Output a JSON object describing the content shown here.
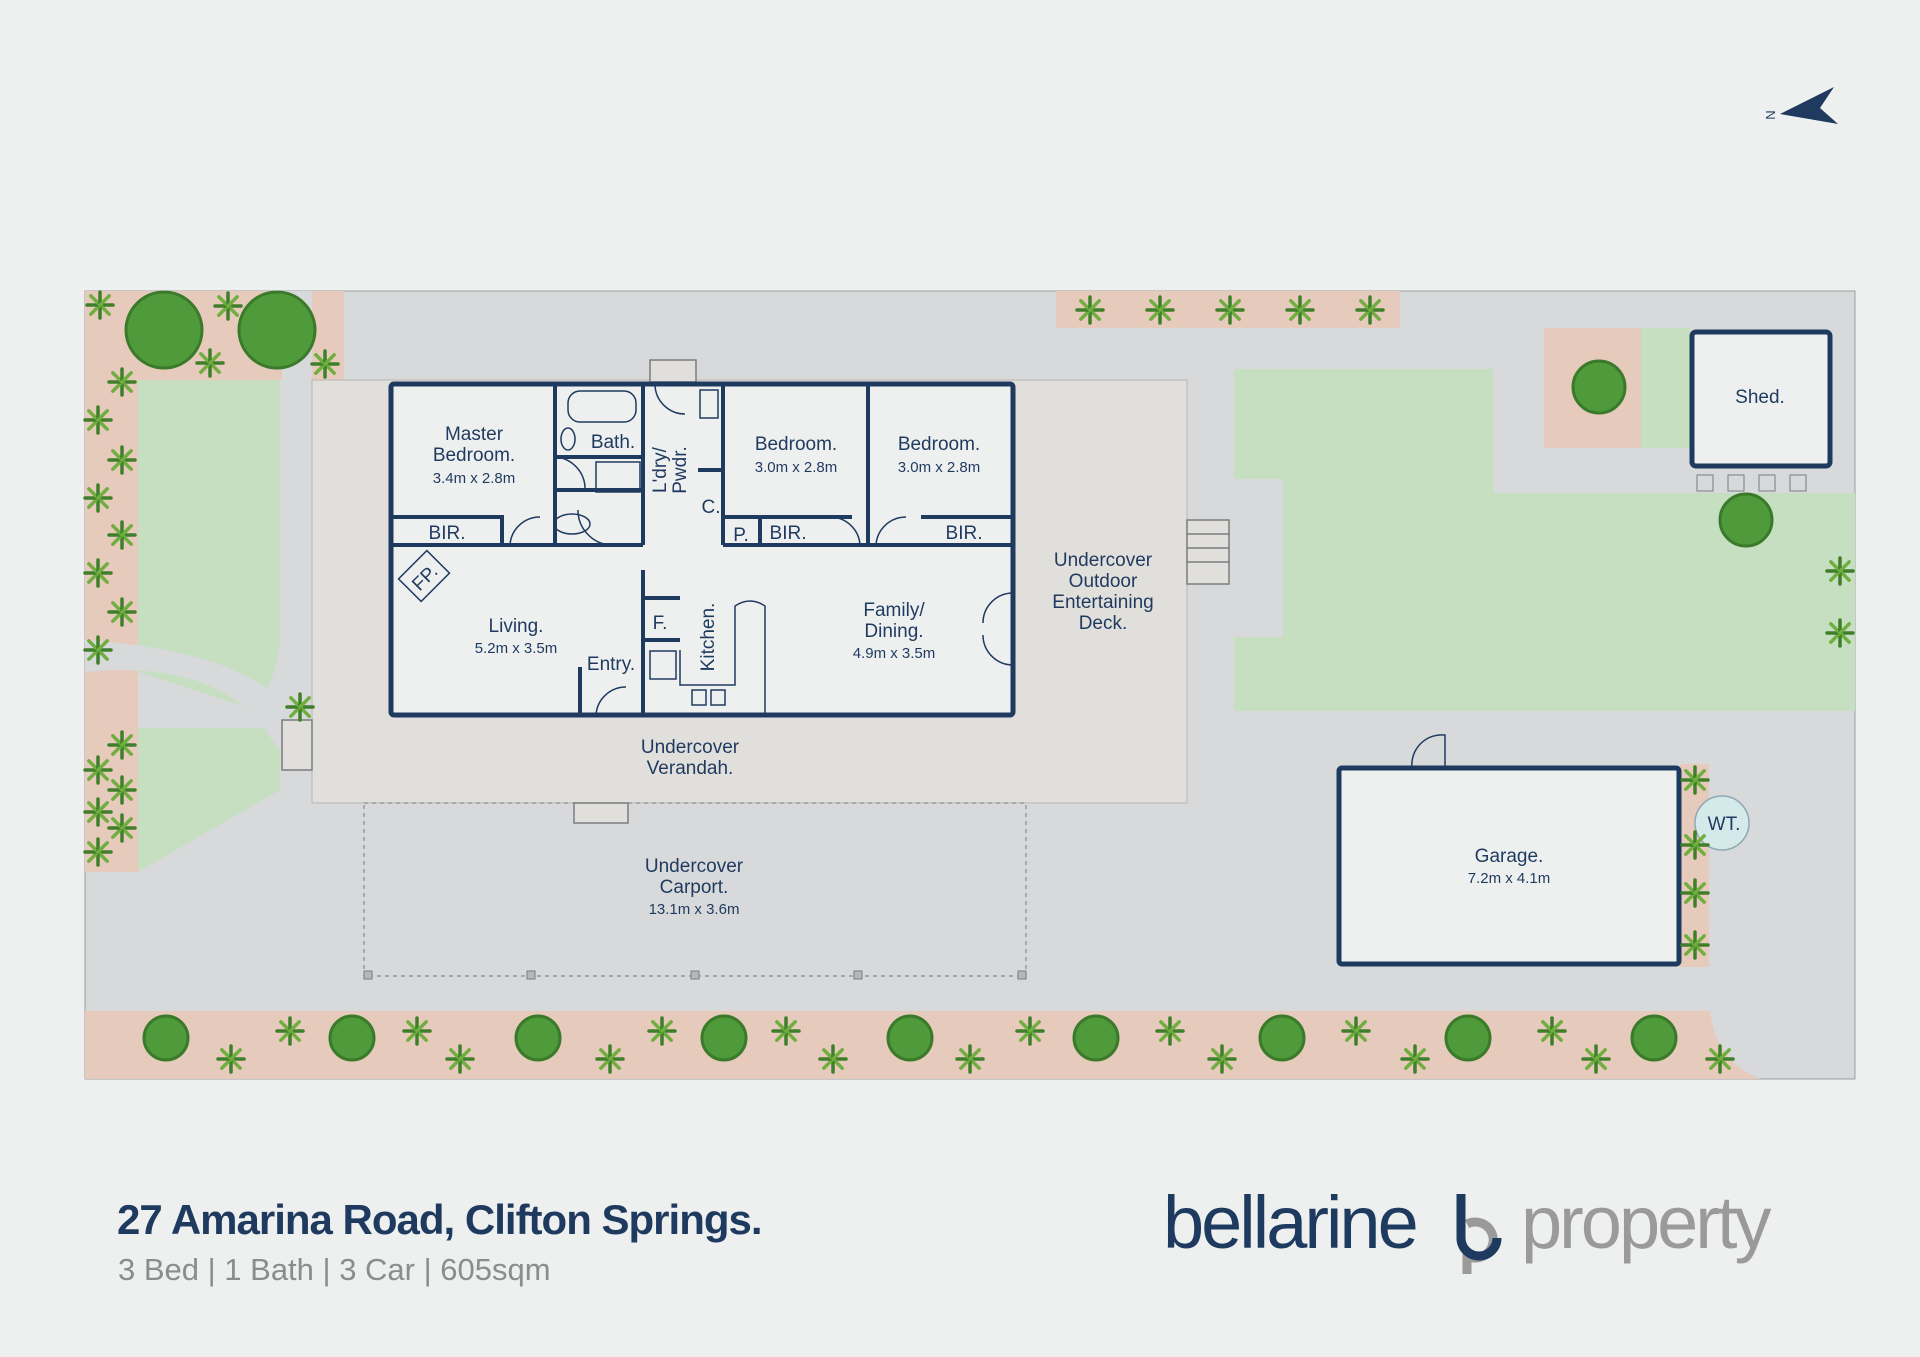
{
  "compass": {
    "label": "N",
    "icon": "north-arrow-icon"
  },
  "rooms": {
    "master_bedroom": {
      "name_line1": "Master",
      "name_line2": "Bedroom.",
      "dims": "3.4m x 2.8m"
    },
    "bath": {
      "name": "Bath."
    },
    "laundry": {
      "name_line1": "L'dry/",
      "name_line2": "Pwdr."
    },
    "cupboard": {
      "name": "C."
    },
    "bedroom_1": {
      "name": "Bedroom.",
      "dims": "3.0m x 2.8m"
    },
    "bedroom_2": {
      "name": "Bedroom.",
      "dims": "3.0m x 2.8m"
    },
    "bir_master": {
      "name": "BIR."
    },
    "pantry": {
      "name": "P."
    },
    "bir_1": {
      "name": "BIR."
    },
    "bir_2": {
      "name": "BIR."
    },
    "fireplace": {
      "name": "FP."
    },
    "living": {
      "name": "Living.",
      "dims": "5.2m x 3.5m"
    },
    "entry": {
      "name": "Entry."
    },
    "fridge": {
      "name": "F."
    },
    "kitchen": {
      "name": "Kitchen."
    },
    "family_dining": {
      "name_line1": "Family/",
      "name_line2": "Dining.",
      "dims": "4.9m x 3.5m"
    }
  },
  "outdoor": {
    "deck": {
      "line1": "Undercover",
      "line2": "Outdoor",
      "line3": "Entertaining",
      "line4": "Deck."
    },
    "verandah": {
      "line1": "Undercover",
      "line2": "Verandah."
    },
    "carport": {
      "line1": "Undercover",
      "line2": "Carport.",
      "dims": "13.1m x 3.6m"
    },
    "shed": {
      "name": "Shed."
    },
    "garage": {
      "name": "Garage.",
      "dims": "7.2m x 4.1m"
    },
    "water_tank": {
      "name": "WT."
    }
  },
  "footer": {
    "address": "27 Amarina Road, Clifton Springs.",
    "summary": "3 Bed | 1 Bath | 3 Car |  605sqm"
  },
  "logo": {
    "part1": "bellarine",
    "part2": "property"
  },
  "colors": {
    "navy": "#1f3a5f",
    "lawn": "#c6dfc1",
    "garden": "#e6cabb",
    "paving": "#d8d9db",
    "deck": "#e1dfdc",
    "background": "#eef0f0"
  }
}
